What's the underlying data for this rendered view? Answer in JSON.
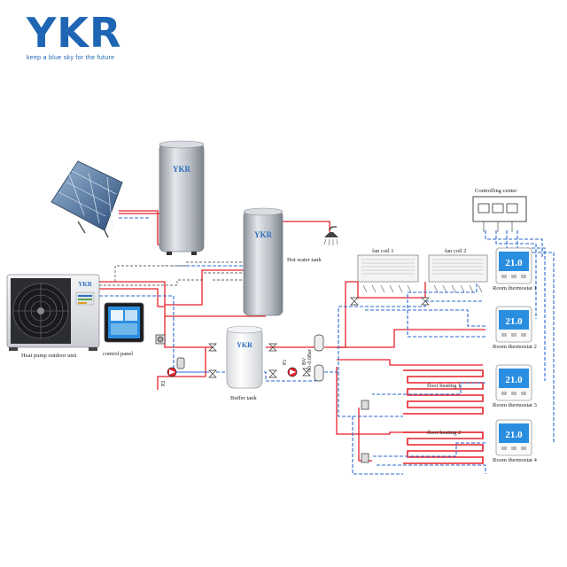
{
  "brand": {
    "logo_text": "YKR",
    "slogan": "keep a blue sky for the future",
    "tank_logo": "YKR",
    "unit_logo": "YKR",
    "color": "#1e66b4"
  },
  "labels": {
    "heat_pump": "Heat pump outdoor unit",
    "control_panel": "control panel",
    "hot_water_tank": "Hot water tank",
    "buffer_tank": "Buffer tank",
    "controlling_center": "Controlling center",
    "fan_coil_1": "fan coil 1",
    "fan_coil_2": "fan coil 2",
    "floor_heating_1": "floor heating 1",
    "floor_heating_2": "floor heating 2",
    "room_thermostat_1": "Room thermostat 1",
    "room_thermostat_2": "Room thermostat 2",
    "room_thermostat_3": "Room thermostat 3",
    "room_thermostat_4": "Room thermostat 4",
    "thermostat_reading": "21.0",
    "pump_p1": "P1",
    "pump_p2": "P2",
    "bypass_valve": "BV",
    "bypass_valve_setting": "0.1-0.6Bar"
  },
  "colors": {
    "hot_pipe": "#e8202a",
    "cold_pipe": "#2a6ad0",
    "signal_line": "#666666",
    "tank_steel": "#c8ccd2",
    "screen_blue": "#2a8ee0"
  }
}
